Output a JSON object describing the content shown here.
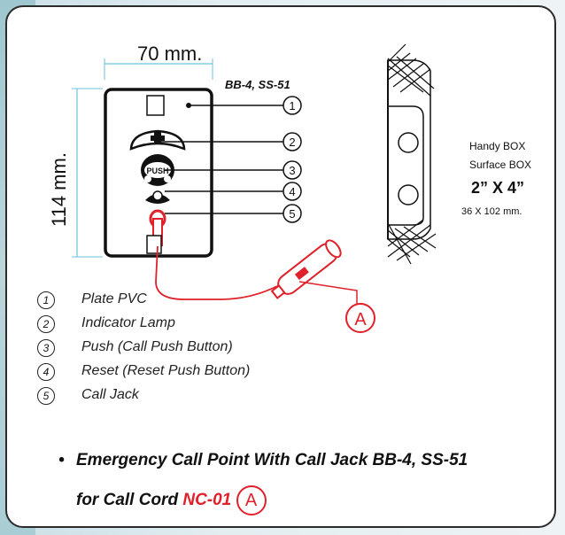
{
  "dimensions": {
    "width_label": "70 mm.",
    "height_label": "114 mm."
  },
  "model_label": "BB-4, SS-51",
  "plate": {
    "push_text": "PUSH"
  },
  "callouts": [
    "1",
    "2",
    "3",
    "4",
    "5"
  ],
  "cord_callout": "A",
  "box_info": {
    "line1": "Handy BOX",
    "line2": "Surface BOX",
    "line3": "2” X 4”",
    "line4": "36 X 102 mm."
  },
  "legend": [
    {
      "num": "1",
      "text": "Plate PVC"
    },
    {
      "num": "2",
      "text": "Indicator Lamp"
    },
    {
      "num": "3",
      "text": "Push (Call Push Button)"
    },
    {
      "num": "4",
      "text": "Reset (Reset Push Button)"
    },
    {
      "num": "5",
      "text": "Call Jack"
    }
  ],
  "footer": {
    "line1": "Emergency Call Point With Call Jack BB-4, SS-51",
    "line2_prefix": "for Call Cord",
    "line2_code": "NC-01",
    "line2_circle": "A"
  },
  "colors": {
    "dimension": "#6cc3d8",
    "accent": "#e0202a",
    "ink": "#111111"
  }
}
